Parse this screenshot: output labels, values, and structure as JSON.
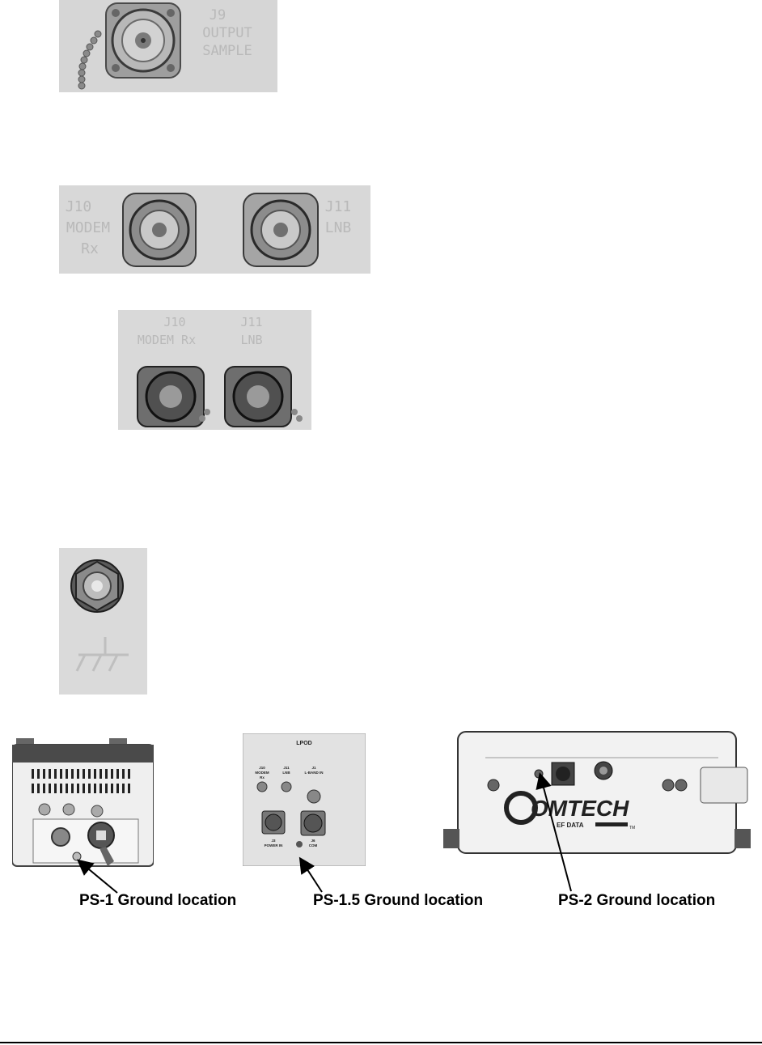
{
  "photos": {
    "j9": {
      "engraving": [
        "J9",
        "OUTPUT",
        "SAMPLE"
      ]
    },
    "j10_j11_wide": {
      "left_engraving": [
        "J10",
        "MODEM",
        "Rx"
      ],
      "right_engraving": [
        "J11",
        "LNB"
      ]
    },
    "j10_j11_close": {
      "left_engraving": [
        "J10",
        "MODEM Rx"
      ],
      "right_engraving": [
        "J11",
        "LNB"
      ]
    },
    "ground_stud": {},
    "lpod": {
      "title": "LPOD",
      "labels": {
        "j10": [
          "J10",
          "MODEM",
          "Rx"
        ],
        "j11": [
          "J11",
          "LNB"
        ],
        "j1": [
          "J1",
          "L-BAND IN"
        ],
        "j3": [
          "J3",
          "POWER IN"
        ],
        "j6": [
          "J6",
          "COM"
        ]
      }
    },
    "ps2": {
      "logo_text": "OMTECH",
      "logo_subtext": "EF DATA",
      "tm": "TM"
    }
  },
  "captions": {
    "ps1": "PS-1 Ground location",
    "ps15": "PS-1.5 Ground location",
    "ps2": "PS-2 Ground location"
  }
}
